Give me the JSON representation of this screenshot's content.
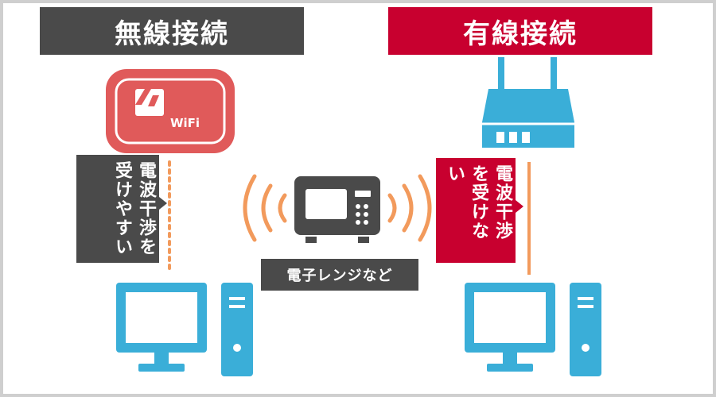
{
  "wireless": {
    "title": "無線接続",
    "device_text": "WiFi",
    "note": "電波干渉を受けやすい"
  },
  "wired": {
    "title": "有線接続",
    "note": "電波干渉を受けない"
  },
  "interference": {
    "caption": "電子レンジなど"
  },
  "colors": {
    "dark": "#4a4a4a",
    "red": "#c8002f",
    "wifi_red": "#e05a5a",
    "blue": "#3aaed8",
    "orange": "#f29a5c"
  },
  "icons": [
    "wifi-router-icon",
    "wired-router-icon",
    "microwave-icon",
    "computer-icon"
  ]
}
